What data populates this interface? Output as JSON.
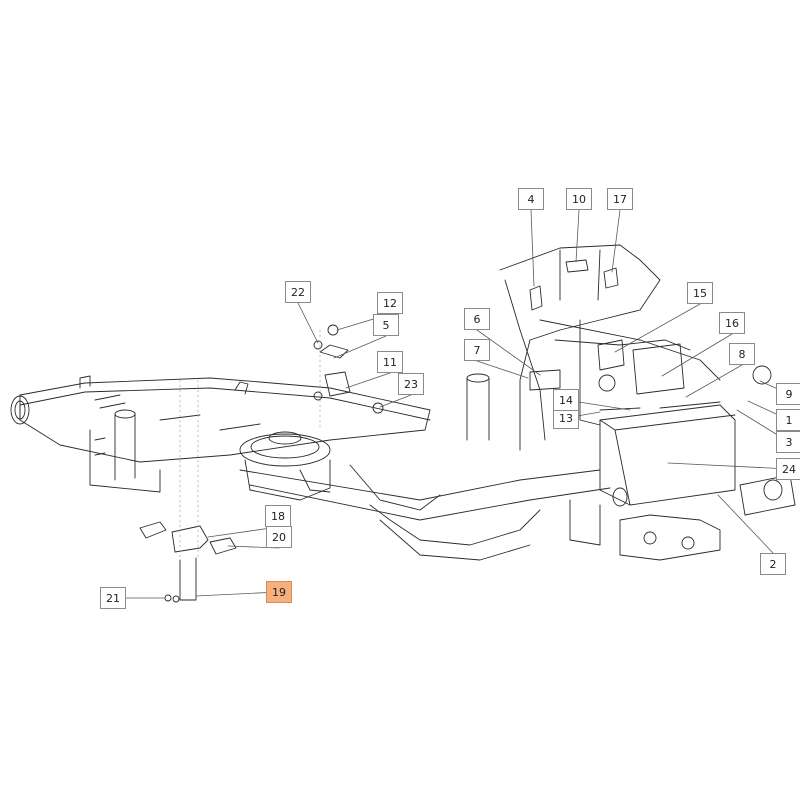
{
  "colors": {
    "line": "#2b2b2b",
    "leader": "#5a5a5a",
    "highlight": "#f6b07e",
    "box_border": "#8a8a8a"
  },
  "callouts": [
    {
      "id": "c1",
      "label": "1"
    },
    {
      "id": "c2",
      "label": "2"
    },
    {
      "id": "c3",
      "label": "3"
    },
    {
      "id": "c4",
      "label": "4"
    },
    {
      "id": "c5",
      "label": "5"
    },
    {
      "id": "c6",
      "label": "6"
    },
    {
      "id": "c7",
      "label": "7"
    },
    {
      "id": "c8",
      "label": "8"
    },
    {
      "id": "c9",
      "label": "9"
    },
    {
      "id": "c10",
      "label": "10"
    },
    {
      "id": "c11",
      "label": "11"
    },
    {
      "id": "c12",
      "label": "12"
    },
    {
      "id": "c13",
      "label": "13"
    },
    {
      "id": "c14",
      "label": "14"
    },
    {
      "id": "c15",
      "label": "15"
    },
    {
      "id": "c16",
      "label": "16"
    },
    {
      "id": "c17",
      "label": "17"
    },
    {
      "id": "c18",
      "label": "18"
    },
    {
      "id": "c19",
      "label": "19",
      "highlighted": true
    },
    {
      "id": "c20",
      "label": "20"
    },
    {
      "id": "c21",
      "label": "21"
    },
    {
      "id": "c22",
      "label": "22"
    },
    {
      "id": "c23",
      "label": "23"
    },
    {
      "id": "c24",
      "label": "24"
    }
  ]
}
